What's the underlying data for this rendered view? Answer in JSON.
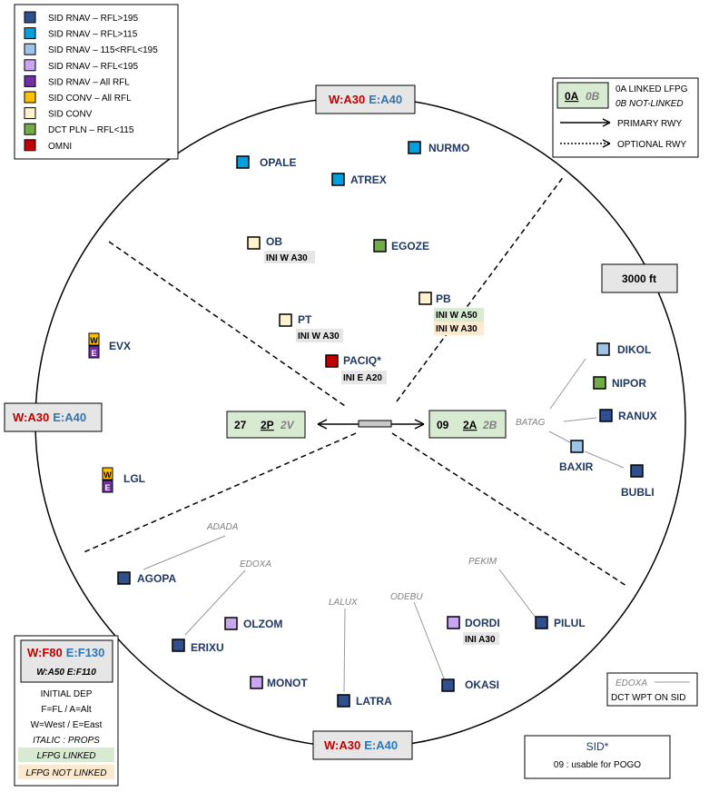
{
  "colors": {
    "sid_rnav_195": "#2f4f8f",
    "sid_rnav_115": "#00a0e0",
    "sid_rnav_115_195": "#9dc3e6",
    "sid_rnav_lt195": "#c9a6f0",
    "sid_rnav_all": "#7030a0",
    "sid_conv_all": "#ffc000",
    "sid_conv": "#fff2cc",
    "dct_pln": "#70ad47",
    "omni": "#c00000",
    "waypoint_text": "#1f3864",
    "west": "#c00000",
    "east": "#2e75b6",
    "linked_bg": "#d9ead3",
    "not_linked_bg": "#fce9cf"
  },
  "legend": [
    {
      "label": "SID RNAV – RFL>195",
      "color": "#2f4f8f"
    },
    {
      "label": "SID RNAV – RFL>115",
      "color": "#00a0e0"
    },
    {
      "label": "SID RNAV – 115<RFL<195",
      "color": "#9dc3e6"
    },
    {
      "label": "SID RNAV – RFL<195",
      "color": "#c9a6f0"
    },
    {
      "label": "SID RNAV – All RFL",
      "color": "#7030a0"
    },
    {
      "label": "SID CONV – All RFL",
      "color": "#ffc000"
    },
    {
      "label": "SID CONV",
      "color": "#fff2cc"
    },
    {
      "label": "DCT PLN – RFL<115",
      "color": "#70ad47"
    },
    {
      "label": "OMNI",
      "color": "#c00000"
    }
  ],
  "sectors": {
    "north": {
      "w": "W:A30",
      "e": "E:A40"
    },
    "west": {
      "w": "W:A30",
      "e": "E:A40"
    },
    "south": {
      "w": "W:A30",
      "e": "E:A40"
    }
  },
  "altitude_box": "3000 ft",
  "runway_legend": {
    "linked_code": "0A",
    "notlinked_code": "0B",
    "linked_text": "0A LINKED LFPG",
    "notlinked_text": "0B NOT-LINKED",
    "primary": "PRIMARY RWY",
    "optional": "OPTIONAL RWY"
  },
  "runway_west": {
    "rwy": "27",
    "primary": "2P",
    "optional": "2V"
  },
  "runway_east": {
    "rwy": "09",
    "primary": "2A",
    "optional": "2B"
  },
  "waypoints": {
    "nurmo": "NURMO",
    "opale": "OPALE",
    "atrex": "ATREX",
    "ob": "OB",
    "egoze": "EGOZE",
    "pb": "PB",
    "pt": "PT",
    "paciq": "PACIQ*",
    "evx": "EVX",
    "lgl": "LGL",
    "dikol": "DIKOL",
    "nipor": "NIPOR",
    "ranux": "RANUX",
    "baxir": "BAXIR",
    "bubli": "BUBLI",
    "agopa": "AGOPA",
    "olzom": "OLZOM",
    "erixu": "ERIXU",
    "monot": "MONOT",
    "latra": "LATRA",
    "okasi": "OKASI",
    "dordi": "DORDI",
    "pilul": "PILUL"
  },
  "init_tags": {
    "ob": "INI W A30",
    "pt": "INI W A30",
    "paciq": "INI E A20",
    "pb_linked": "INI W A50",
    "pb_notlinked": "INI W A30",
    "dordi": "INI A30"
  },
  "we_badge": {
    "w": "W",
    "e": "E"
  },
  "ghost_points": {
    "adada": "ADADA",
    "edoxa": "EDOXA",
    "lalux": "LALUX",
    "odebu": "ODEBU",
    "pekim": "PEKIM",
    "batag": "BATAG"
  },
  "initial_dep_legend": {
    "w": "W:F80",
    "e": "E:F130",
    "props": "W:A50 E:F110",
    "title": "INITIAL DEP",
    "line1": "F=FL / A=Alt",
    "line2": "W=West / E=East",
    "line3": "ITALIC : PROPS",
    "linked": "LFPG LINKED",
    "notlinked": "LFPG NOT LINKED"
  },
  "dct_legend": {
    "wpt": "EDOXA",
    "text": "DCT WPT ON SID"
  },
  "sid_note": {
    "title": "SID*",
    "text": "09 : usable for POGO"
  }
}
